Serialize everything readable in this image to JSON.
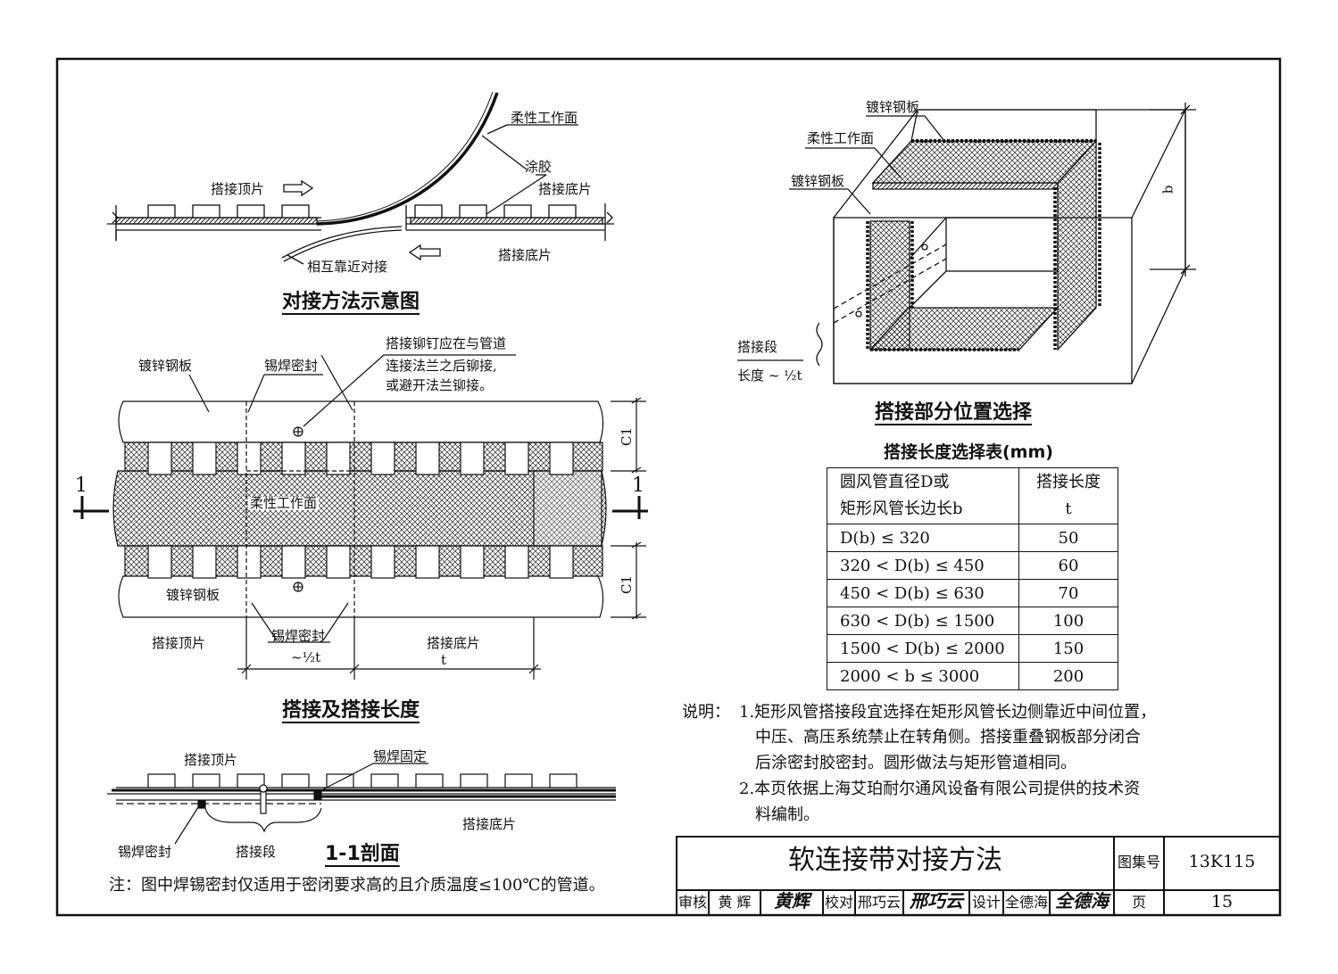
{
  "top_diagram": {
    "title": "对接方法示意图",
    "labels": {
      "flex_face": "柔性工作面",
      "glue": "涂胶",
      "top_piece": "搭接顶片",
      "bottom_piece_upper": "搭接底片",
      "bottom_piece_lower": "搭接底片",
      "approach": "相互靠近对接"
    }
  },
  "overlap_diagram": {
    "title": "搭接及搭接长度",
    "labels": {
      "steel_top": "镀锌钢板",
      "solder_top": "锡焊密封",
      "rivet_note": [
        "搭接铆钉应在与管道",
        "连接法兰之后铆接,",
        "或避开法兰铆接。"
      ],
      "flex_face": "柔性工作面",
      "steel_bottom": "镀锌钢板",
      "c1_top": "C1",
      "c1_bottom": "C1",
      "section_left": "1",
      "section_right": "1",
      "top_piece": "搭接顶片",
      "solder_bottom": "锡焊密封",
      "half_t": "~½t",
      "bottom_piece": "搭接底片",
      "t": "t"
    }
  },
  "section_diagram": {
    "title": "1-1剖面",
    "labels": {
      "top_piece": "搭接顶片",
      "solder_fix": "锡焊固定",
      "solder_seal": "锡焊密封",
      "overlap_seg": "搭接段",
      "bottom_piece": "搭接底片"
    }
  },
  "footnote": "注：图中焊锡密封仅适用于密闭要求高的且介质温度≤100℃的管道。",
  "box_diagram": {
    "title": "搭接部分位置选择",
    "labels": {
      "steel_top": "镀锌钢板",
      "flex_face": "柔性工作面",
      "steel_left": "镀锌钢板",
      "b": "b",
      "overlap_seg": "搭接段",
      "overlap_len_prefix": "长度 ~",
      "overlap_len": "½t"
    }
  },
  "table": {
    "title": "搭接长度选择表(mm)",
    "header": [
      [
        "圆风管直径D或",
        "矩形风管长边长b"
      ],
      [
        "搭接长度",
        "t"
      ]
    ],
    "rows": [
      [
        "D(b) ≤ 320",
        "50"
      ],
      [
        "320 < D(b) ≤ 450",
        "60"
      ],
      [
        "450 < D(b) ≤ 630",
        "70"
      ],
      [
        "630 < D(b) ≤ 1500",
        "100"
      ],
      [
        "1500 < D(b) ≤ 2000",
        "150"
      ],
      [
        "2000 < b ≤ 3000",
        "200"
      ]
    ]
  },
  "notes": {
    "prefix": "说明：",
    "lines": [
      "1.矩形风管搭接段宜选择在矩形风管长边侧靠近中间位置，",
      "中压、高压系统禁止在转角侧。搭接重叠钢板部分闭合",
      "后涂密封胶密封。圆形做法与矩形管道相同。",
      "2.本页依据上海艾珀耐尔通风设备有限公司提供的技术资",
      "料编制。"
    ]
  },
  "title_block": {
    "drawing_title": "软连接带对接方法",
    "atlas_label": "图集号",
    "atlas_no": "13K115",
    "review_label": "审核",
    "reviewer": "黄 辉",
    "reviewer_sig": "黄辉",
    "check_label": "校对",
    "checker": "邢巧云",
    "checker_sig": "邢巧云",
    "design_label": "设计",
    "designer": "全德海",
    "designer_sig": "全德海",
    "page_label": "页",
    "page_no": "15"
  }
}
